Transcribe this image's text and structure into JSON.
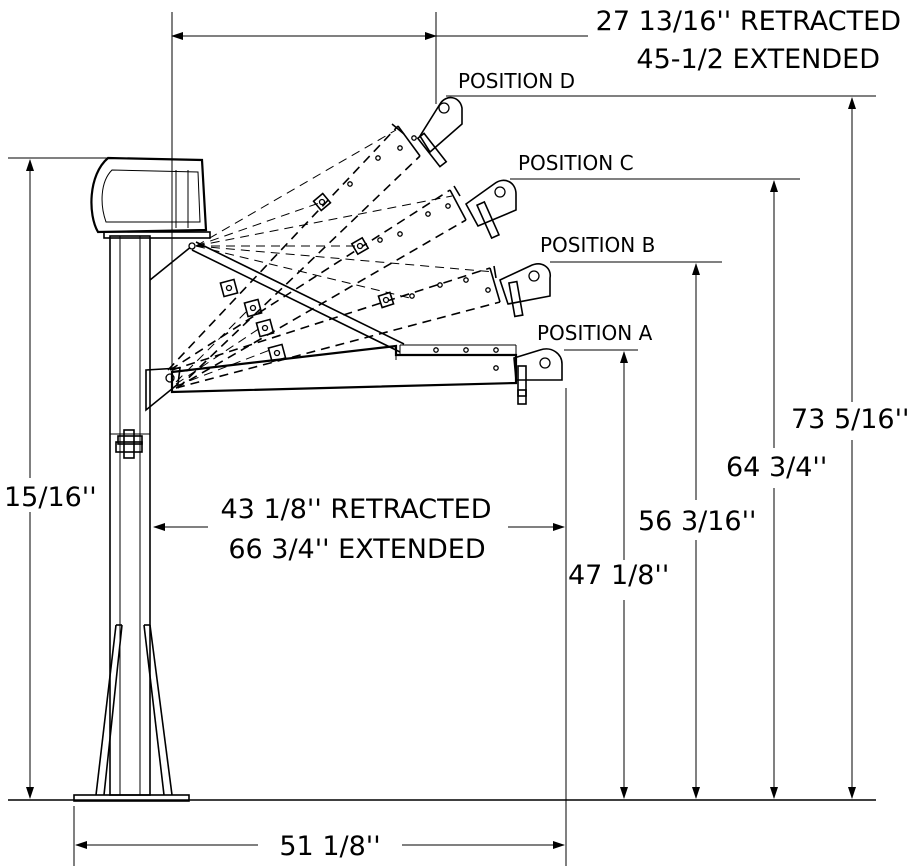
{
  "dimensions": {
    "top_width_retracted": "27 13/16'' RETRACTED",
    "top_width_extended": "45-1/2 EXTENDED",
    "left_height": "15/16''",
    "reach_retracted": "43 1/8'' RETRACTED",
    "reach_extended": "66 3/4'' EXTENDED",
    "height_a": "47 1/8''",
    "height_b": "56 3/16''",
    "height_c": "64 3/4''",
    "height_d": "73 5/16''",
    "base_width": "51 1/8''"
  },
  "positions": {
    "a": "POSITION A",
    "b": "POSITION B",
    "c": "POSITION C",
    "d": "POSITION D"
  }
}
